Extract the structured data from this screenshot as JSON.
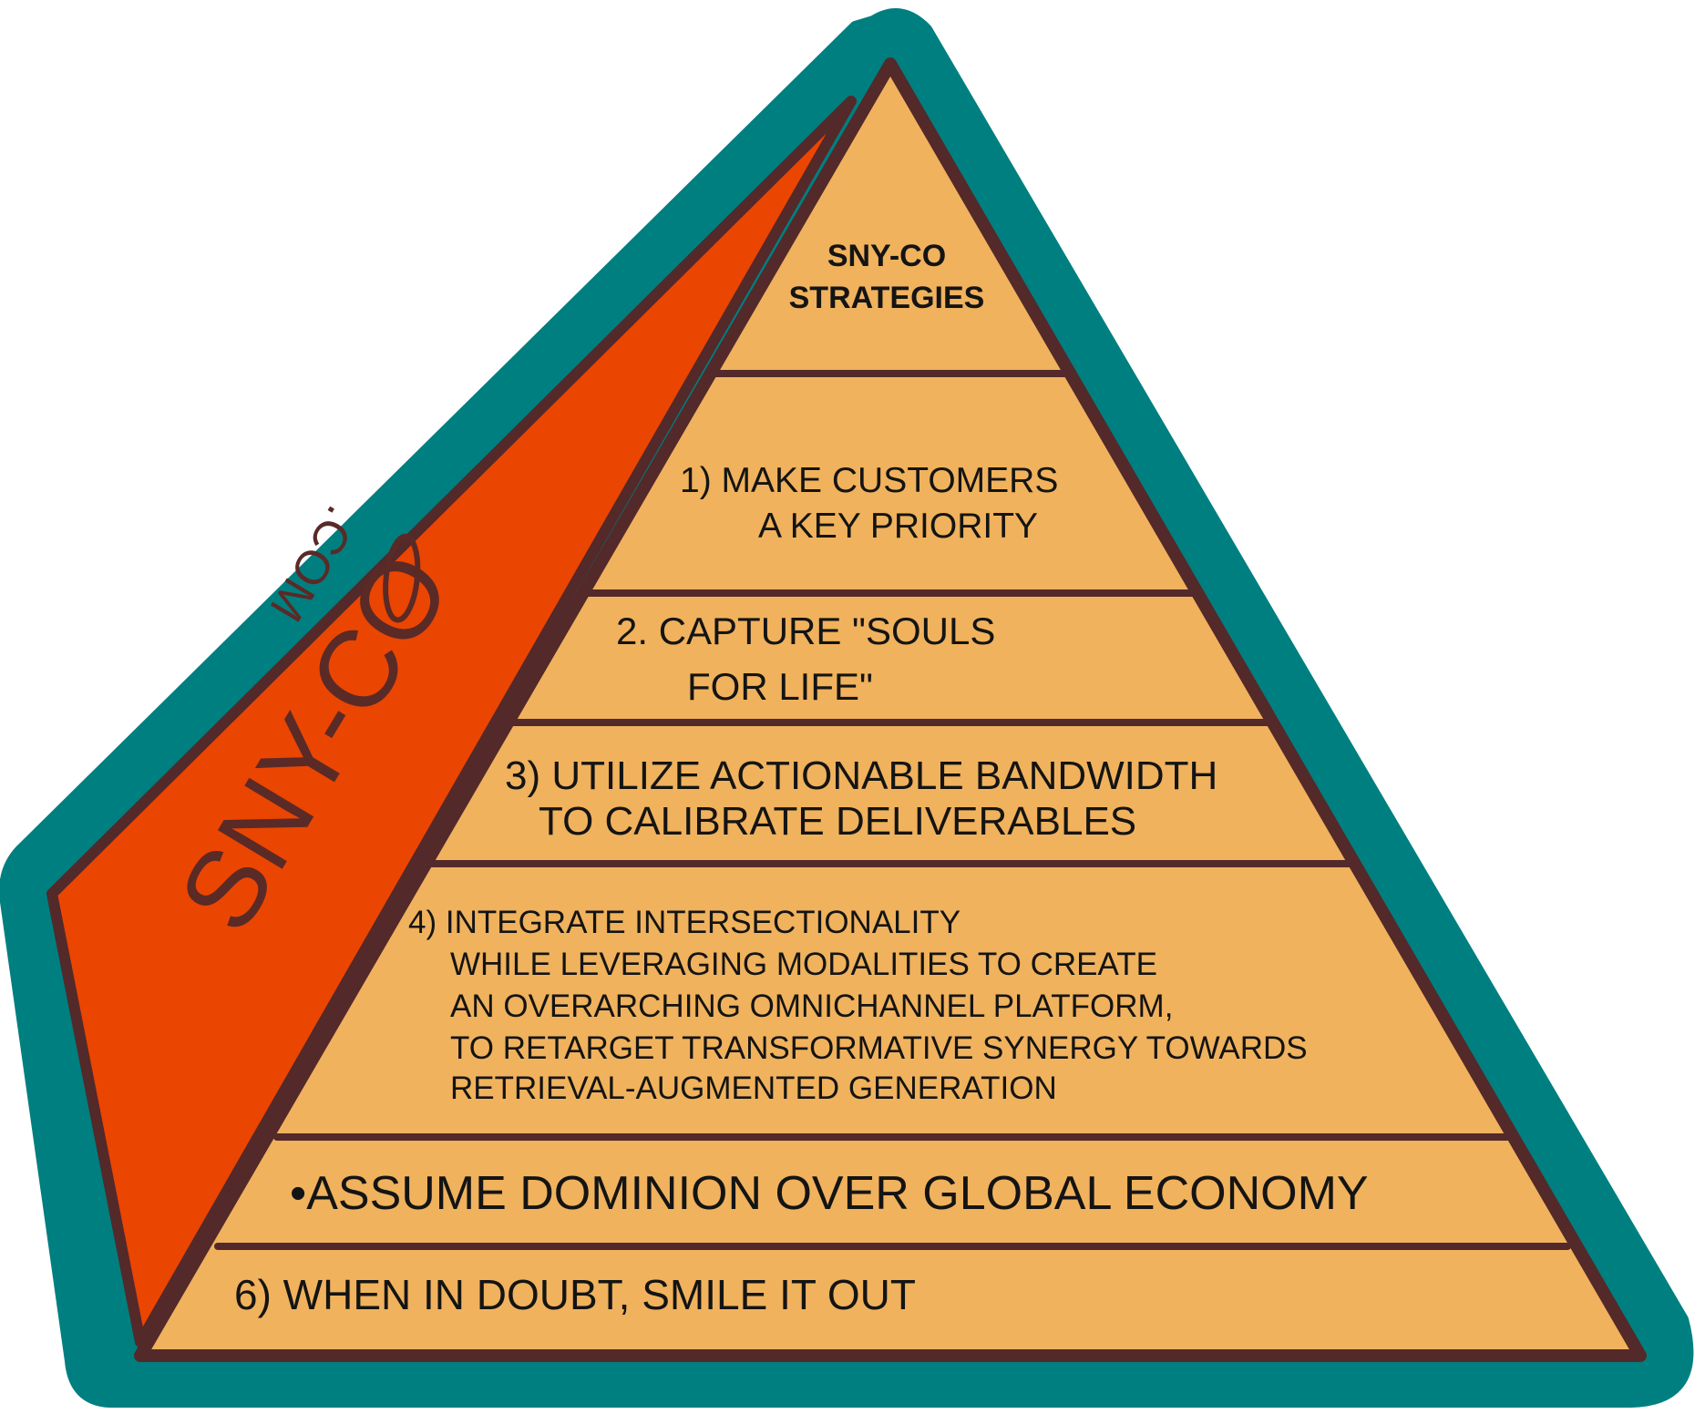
{
  "colors": {
    "outer_border": "#007f80",
    "pyramid_fill": "#f0b25d",
    "side_face": "#eb4502",
    "outline": "#53292a",
    "text": "#141414"
  },
  "title": {
    "line1": "SNY-CO",
    "line2": "STRATEGIES"
  },
  "tiers": [
    {
      "line1": "1) MAKE  CUSTOMERS",
      "line2": "A KEY PRIORITY"
    },
    {
      "line1": "2. CAPTURE \"SOULS",
      "line2": "FOR LIFE\""
    },
    {
      "line1": "3) UTILIZE ACTIONABLE BANDWIDTH",
      "line2": "TO CALIBRATE DELIVERABLES"
    },
    {
      "line1": "4) INTEGRATE INTERSECTIONALITY",
      "line2": "WHILE LEVERAGING MODALITIES TO CREATE",
      "line3": "AN OVERARCHING OMNICHANNEL PLATFORM,",
      "line4": "TO RETARGET TRANSFORMATIVE SYNERGY TOWARDS",
      "line5": "RETRIEVAL-AUGMENTED GENERATION"
    },
    {
      "line1": "•ASSUME DOMINION OVER GLOBAL ECONOMY"
    },
    {
      "line1": "6) WHEN IN DOUBT, SMILE IT OUT"
    }
  ],
  "brand": {
    "name": "SNY-CO",
    "suffix": ".COM"
  }
}
